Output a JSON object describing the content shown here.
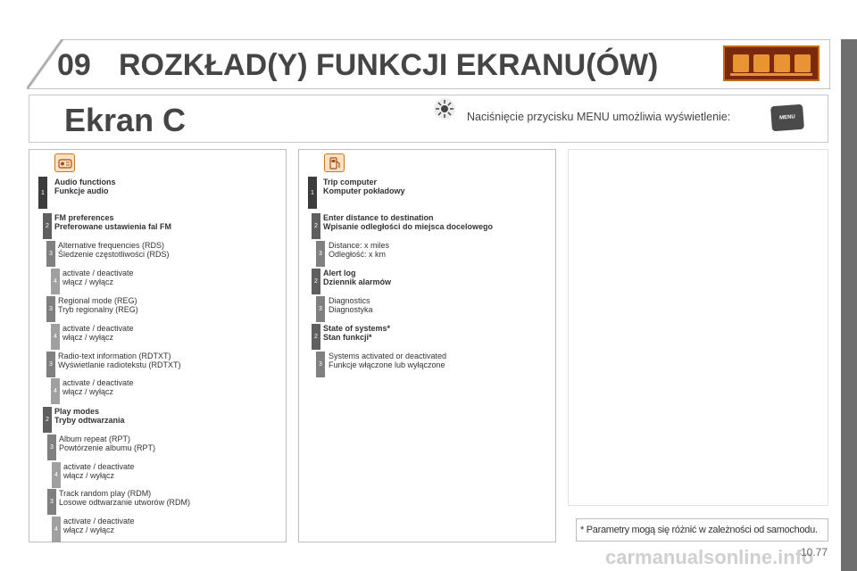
{
  "header": {
    "chapter": "09",
    "title": "ROZKŁAD(Y) FUNKCJI EKRANU(ÓW)"
  },
  "subheader": {
    "title": "Ekran C",
    "intro": "Naciśnięcie przycisku MENU umożliwia wyświetlenie:",
    "menu_key": "MENU"
  },
  "audio": {
    "l1": {
      "num": "1",
      "line1": "Audio functions",
      "line2": "Funkcje audio"
    },
    "fm": {
      "num": "2",
      "line1": "FM preferences",
      "line2": "Preferowane ustawienia fal FM"
    },
    "rds": {
      "num": "3",
      "line1": "Alternative frequencies (RDS)",
      "line2": "Śledzenie częstotliwości (RDS)"
    },
    "rds_act": {
      "num": "4",
      "line1": "activate / deactivate",
      "line2": "włącz / wyłącz"
    },
    "reg": {
      "num": "3",
      "line1": "Regional mode (REG)",
      "line2": "Tryb regionalny (REG)"
    },
    "reg_act": {
      "num": "4",
      "line1": "activate / deactivate",
      "line2": "włącz / wyłącz"
    },
    "rdtxt": {
      "num": "3",
      "line1": "Radio-text information (RDTXT)",
      "line2": "Wyświetlanie radiotekstu (RDTXT)"
    },
    "rdtxt_act": {
      "num": "4",
      "line1": "activate / deactivate",
      "line2": "włącz / wyłącz"
    },
    "play": {
      "num": "2",
      "line1": "Play modes",
      "line2": "Tryby odtwarzania"
    },
    "rpt": {
      "num": "3",
      "line1": "Album repeat (RPT)",
      "line2": "Powtórzenie albumu (RPT)"
    },
    "rpt_act": {
      "num": "4",
      "line1": "activate / deactivate",
      "line2": "włącz / wyłącz"
    },
    "rdm": {
      "num": "3",
      "line1": "Track random play (RDM)",
      "line2": "Losowe odtwarzanie utworów (RDM)"
    },
    "rdm_act": {
      "num": "4",
      "line1": "activate / deactivate",
      "line2": "włącz / wyłącz"
    }
  },
  "trip": {
    "l1": {
      "num": "1",
      "line1": "Trip computer",
      "line2": "Komputer pokładowy"
    },
    "dist": {
      "num": "2",
      "line1": "Enter distance to destination",
      "line2": "Wpisanie odległości do miejsca docelowego"
    },
    "dist_val": {
      "num": "3",
      "line1": "Distance: x miles",
      "line2": "Odległość: x km"
    },
    "alert": {
      "num": "2",
      "line1": "Alert log",
      "line2": "Dziennik alarmów"
    },
    "diag": {
      "num": "3",
      "line1": "Diagnostics",
      "line2": "Diagnostyka"
    },
    "state": {
      "num": "2",
      "line1": "State of systems*",
      "line2": "Stan funkcji*"
    },
    "sys": {
      "num": "3",
      "line1": "Systems activated or deactivated",
      "line2": "Funkcje włączone lub wyłączone"
    }
  },
  "footnote": "* Parametry mogą się różnić w zależności od samochodu.",
  "page_number": "10.77",
  "watermark": "carmanualsonline.info",
  "colors": {
    "accent": "#d2761e",
    "badge_dark": "#3c3c3c"
  }
}
